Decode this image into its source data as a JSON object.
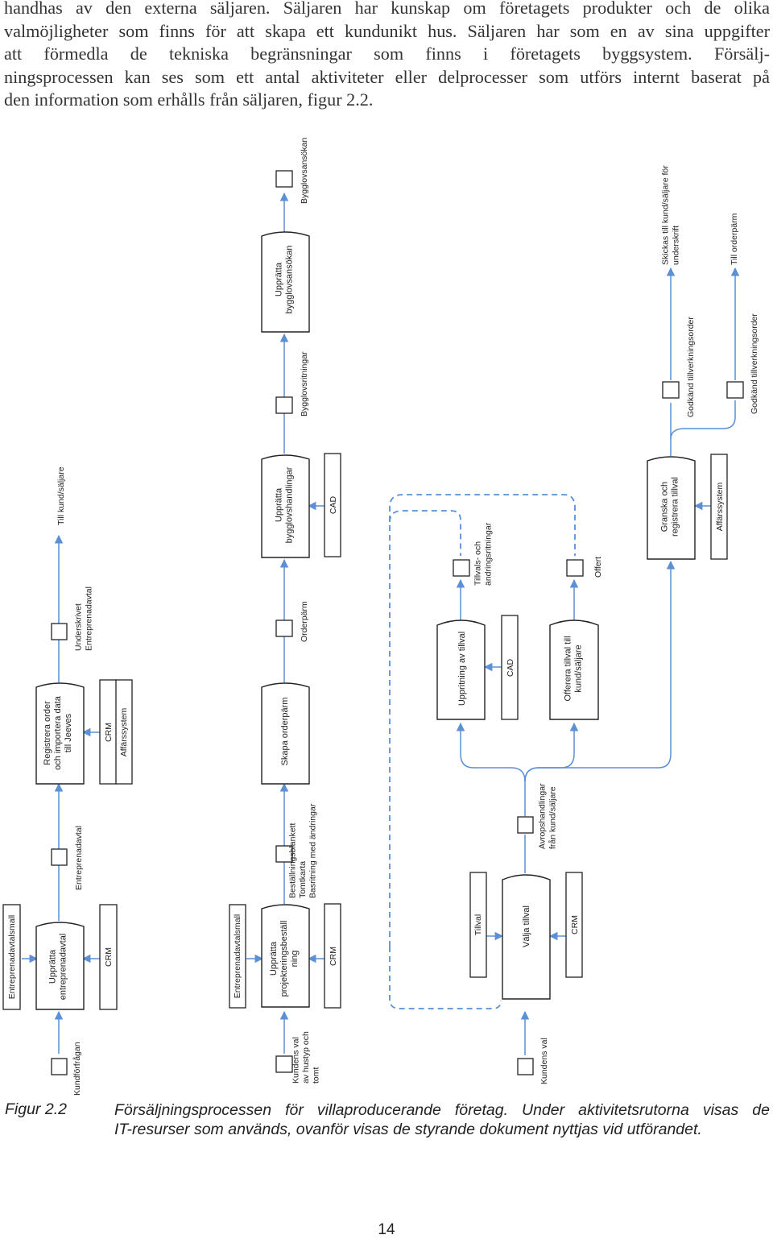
{
  "body_text": [
    "handhas av den externa säljaren. Säljaren har kunskap om företagets produkter och de olika",
    "valmöjligheter som finns för att skapa ett kundunikt hus. Säljaren har som en av sina uppgifter",
    "att förmedla de tekniska begränsningar som finns i företagets byggsystem. Försälj-",
    "ningsprocessen kan ses som ett antal aktiviteter eller delprocesser som utförs internt baserat på",
    "den information som erhålls från säljaren, figur 2.2."
  ],
  "diagram": {
    "activities": {
      "a1": "Upprätta\nentreprenadavtal",
      "a2": "Registrera order\noch importera data\ntill Jeeves",
      "b1": "Upprätta\nprojekteringsbeställ\nning",
      "b2": "Skapa orderpärm",
      "b3": "Upprätta\nbygglovshandlingar",
      "b4": "Upprätta\nbygglovsansökan",
      "c1": "Välja tillval",
      "c2": "Uppritning av tillval",
      "c3": "Offerera tillval till\nkund/säljare",
      "c4": "Granska och\nregistrera tillval"
    },
    "resources": {
      "r_entrep1": "Entreprenadavtalsmall",
      "r_crm1": "CRM",
      "r_crm2": "CRM",
      "r_aff1": "Affärssystem",
      "r_entrep2": "Entreprenadavtalsmall",
      "r_crm3": "CRM",
      "r_cad1": "CAD",
      "r_tillval": "Tillval",
      "r_crm4": "CRM",
      "r_cad2": "CAD",
      "r_aff2": "Affärssystem"
    },
    "documents": {
      "d_kundforfragan": "Kundförfrågan",
      "d_entrepavtal": "Entreprenadavtal",
      "d_underskrivet": "Underskrivet\nEntreprenadavtal",
      "d_till_kund": "Till kund/säljare",
      "d_kundens_val_hus": "Kundens val\nav hustyp och\ntomt",
      "d_bestallning": "Beställningsblankett\nTomtkarta\nBasritning med ändringar",
      "d_orderparm": "Orderpärm",
      "d_bygglovsritningar": "Bygglovsritningar",
      "d_bygglovsansokan": "Bygglovsansökan",
      "d_kundens_val": "Kundens val",
      "d_avrop": "Avropshandlingar\nfrån kund/säljare",
      "d_tillvals_ritningar": "Tillvals- och\nändringsritningar",
      "d_offert": "Offert",
      "d_godkand1": "Godkänd tillverkningsorder",
      "d_godkand2": "Godkänd tillverkningsorder",
      "d_skickas": "Skickas till kund/säljare för\nunderskrift",
      "d_till_orderparm": "Till orderpärm"
    },
    "colors": {
      "flow": "#5b8fd6",
      "box_stroke": "#222222"
    }
  },
  "caption": {
    "label": "Figur 2.2",
    "lines": [
      "Försäljningsprocessen för villaproducerande företag. Under aktivitetsrutorna visas de",
      "IT-resurser som används, ovanför visas de styrande dokument nyttjas vid utförandet."
    ]
  },
  "page_number": "14"
}
